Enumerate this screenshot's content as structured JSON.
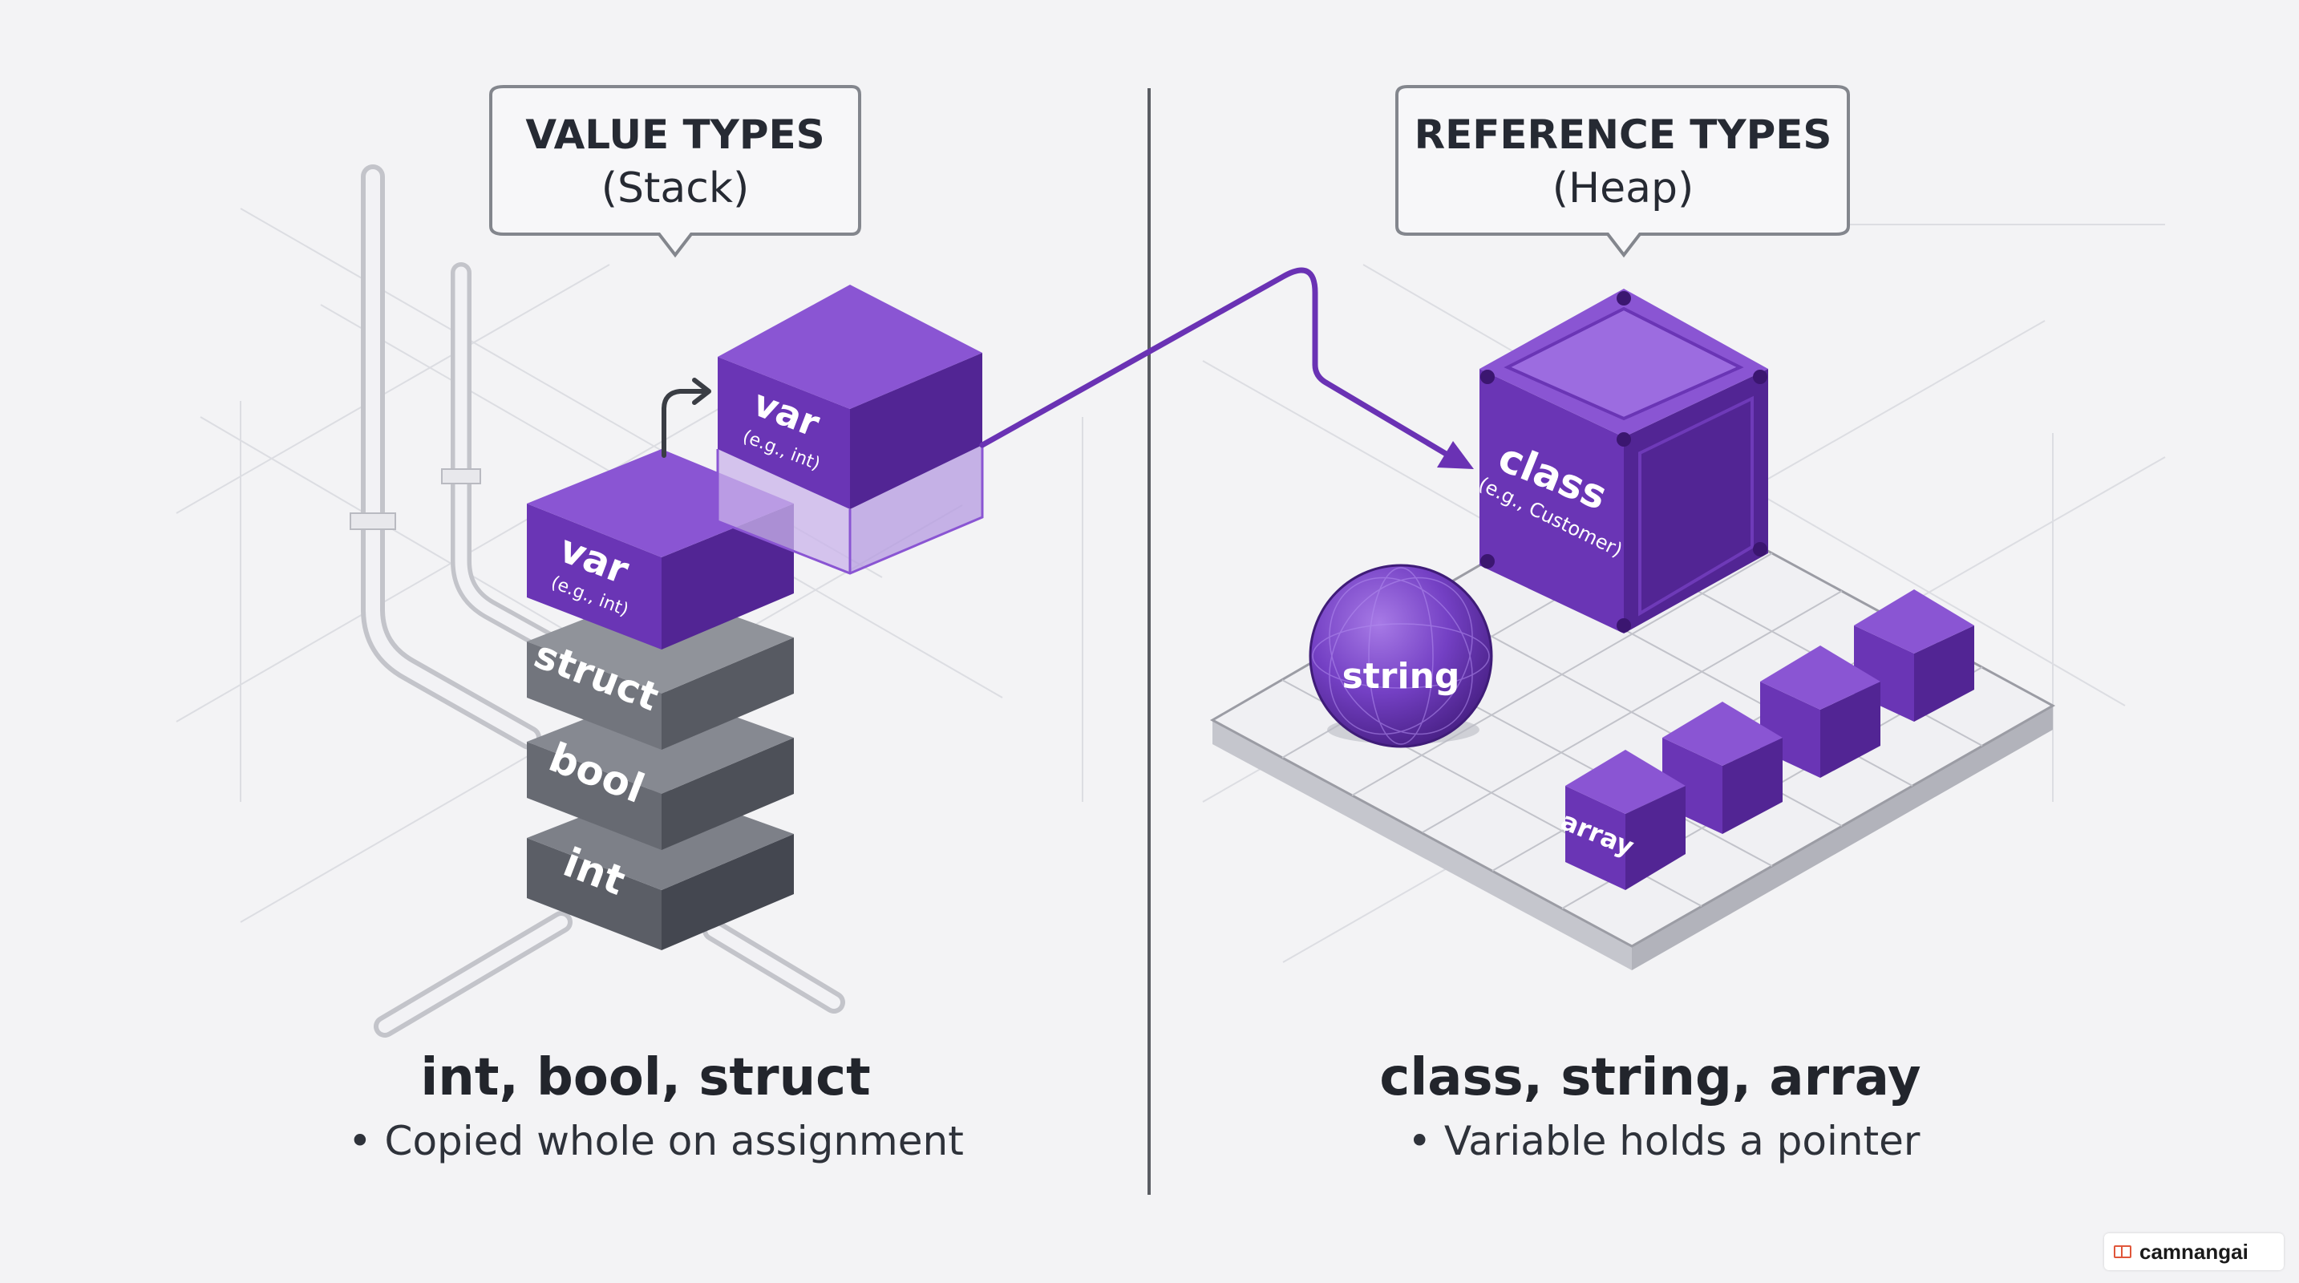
{
  "value_types": {
    "title": "VALUE TYPES",
    "subtitle": "(Stack)",
    "stack": {
      "var_label": "var",
      "var_note": "(e.g., int)",
      "struct_label": "struct",
      "bool_label": "bool",
      "int_label": "int"
    },
    "copy": {
      "var_label": "var",
      "var_note": "(e.g., int)"
    },
    "footer_title": "int, bool, struct",
    "footer_text": "• Copied whole on assignment"
  },
  "reference_types": {
    "title": "REFERENCE TYPES",
    "subtitle": "(Heap)",
    "class_label": "class",
    "class_note": "(e.g., Customer)",
    "string_label": "string",
    "array_label": "array",
    "footer_title": "class, string, array",
    "footer_text": "• Variable holds a pointer"
  },
  "watermark": {
    "text": "camnangai"
  },
  "colors": {
    "purple_top": "#8a55d3",
    "purple_left": "#6a35b5",
    "purple_right": "#522594",
    "gray_top": "#7d8088",
    "gray_left": "#5d6068",
    "gray_right": "#474a52",
    "pointer": "#6a32b4",
    "divider": "#5a5d63",
    "text_dark": "#262a33"
  }
}
